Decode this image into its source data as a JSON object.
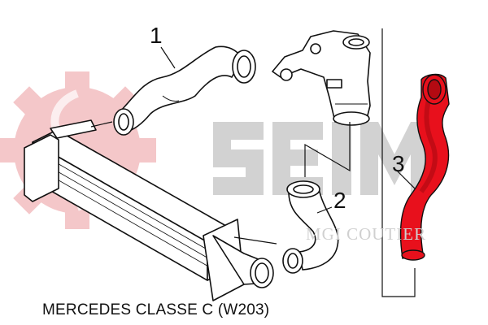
{
  "callouts": {
    "part_1": "1",
    "part_2": "2",
    "part_3": "3"
  },
  "caption": "MERCEDES CLASSE C (W203)",
  "watermark": {
    "brand_text": "MGI COUTIER",
    "logo_text": "SEIM"
  },
  "colors": {
    "highlight_hose": "#e8101c",
    "highlight_hose_dark": "#b30a12",
    "watermark_gear": "#f4c7c9",
    "watermark_logo": "#d2d2d2",
    "line_art": "#111111"
  }
}
